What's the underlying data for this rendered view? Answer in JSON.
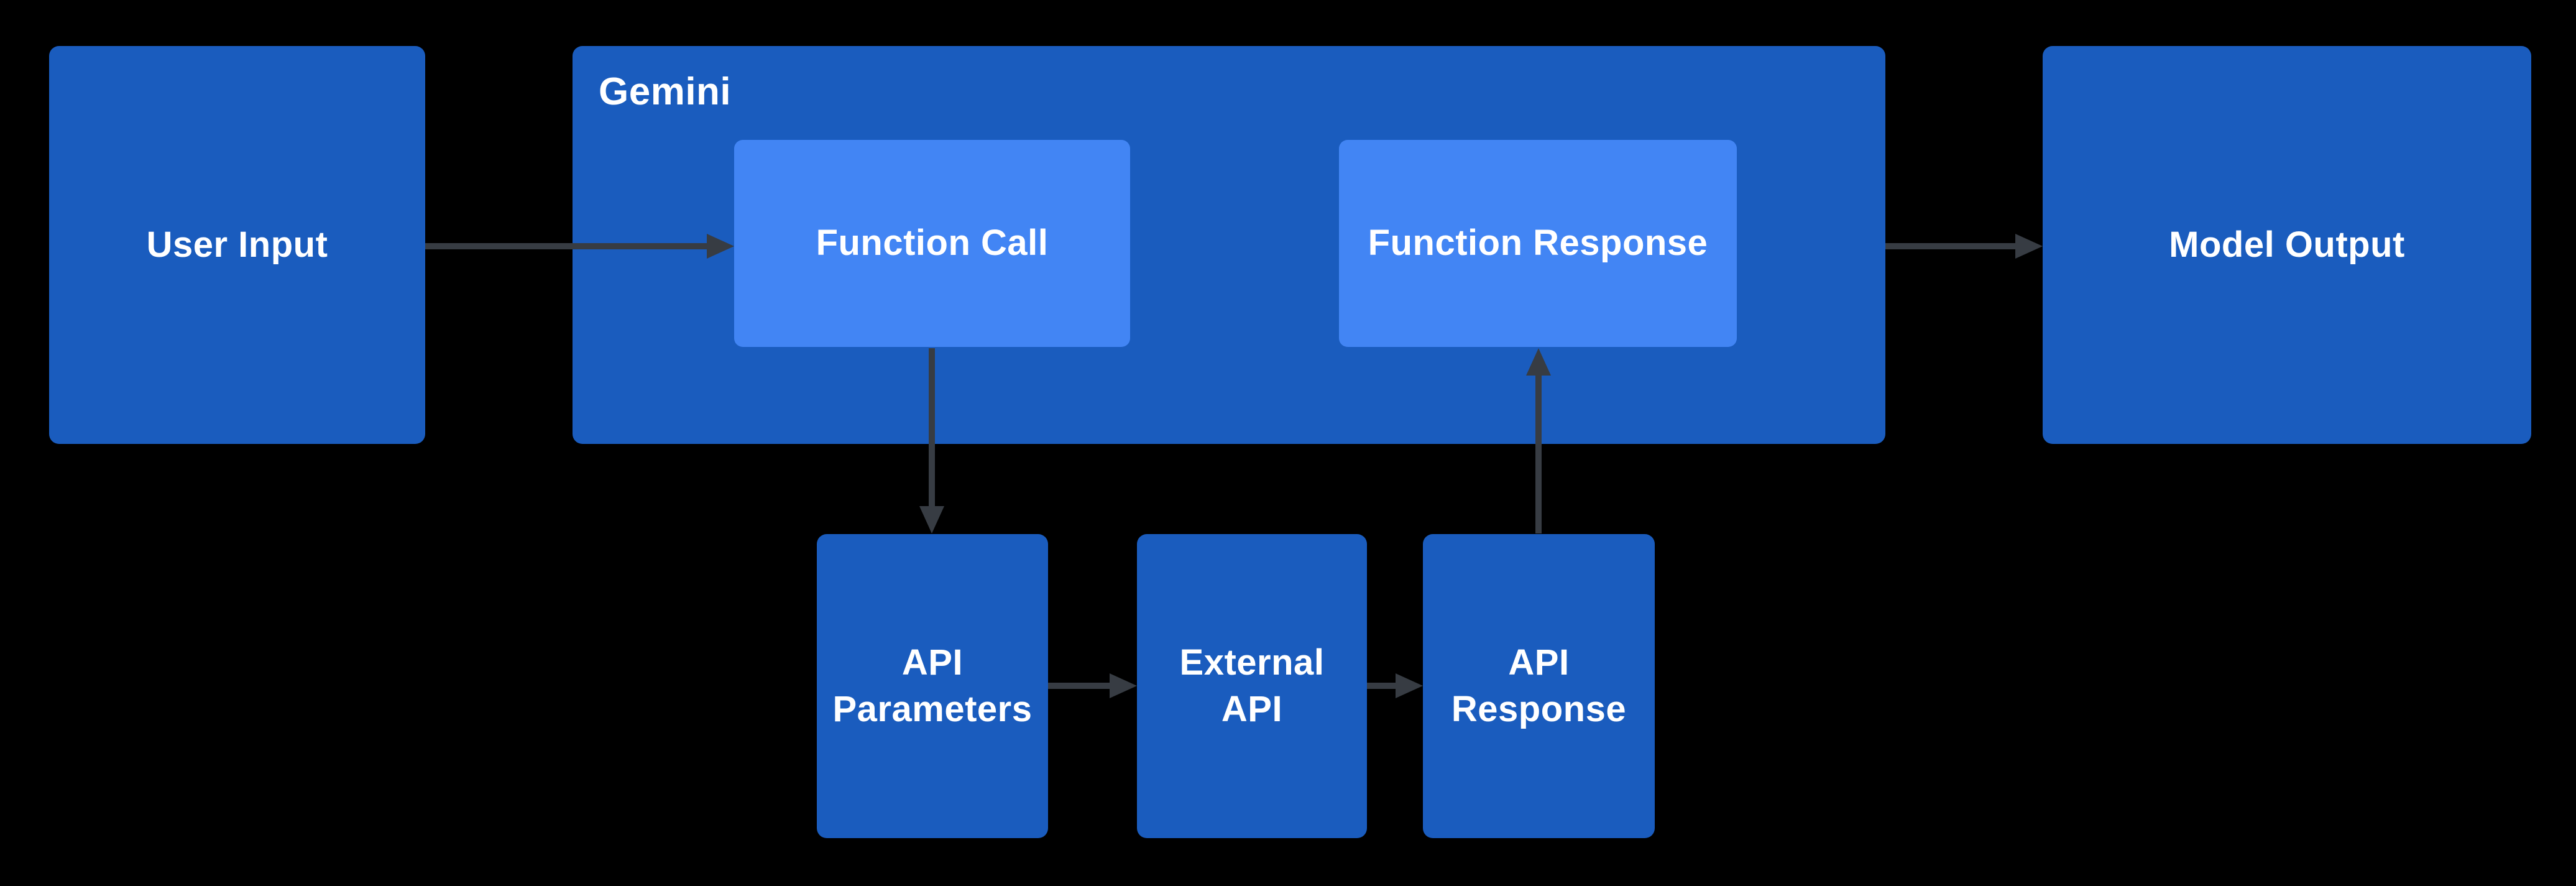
{
  "diagram": {
    "background_color": "#000000",
    "colors": {
      "node_dark_blue": "#1a5cbe",
      "node_light_blue": "#4285f4",
      "arrow_gray": "#373c43",
      "label_text": "#ffffff"
    },
    "nodes": {
      "user_input": {
        "label": "User Input",
        "variant": "dark"
      },
      "gemini": {
        "label": "Gemini",
        "variant": "dark-container"
      },
      "function_call": {
        "label": "Function Call",
        "variant": "light"
      },
      "function_response": {
        "label": "Function Response",
        "variant": "light"
      },
      "model_output": {
        "label": "Model Output",
        "variant": "dark"
      },
      "api_parameters": {
        "label": "API\nParameters",
        "variant": "dark"
      },
      "external_api": {
        "label": "External\nAPI",
        "variant": "dark"
      },
      "api_response": {
        "label": "API\nResponse",
        "variant": "dark"
      }
    },
    "edges": [
      {
        "from": "user_input",
        "to": "function_call"
      },
      {
        "from": "function_call",
        "to": "api_parameters"
      },
      {
        "from": "api_parameters",
        "to": "external_api"
      },
      {
        "from": "external_api",
        "to": "api_response"
      },
      {
        "from": "api_response",
        "to": "function_response"
      },
      {
        "from": "gemini",
        "to": "model_output"
      }
    ]
  }
}
